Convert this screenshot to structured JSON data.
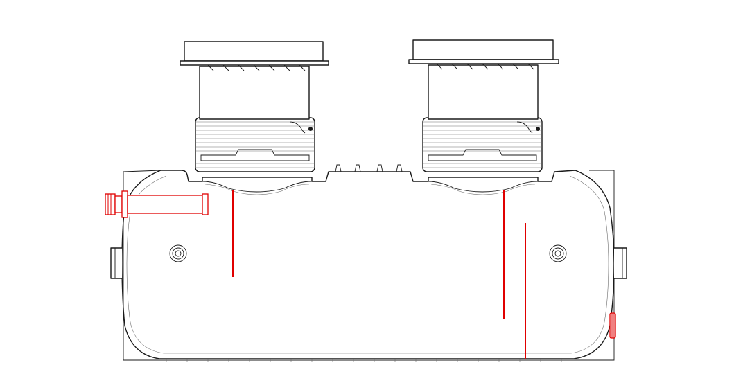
{
  "drawing": {
    "subject": "",
    "colors": {
      "outline": "#1a1a1a",
      "accent": "#e00000",
      "background": "#ffffff"
    },
    "components": [
      "tank-body",
      "manhole-riser-left",
      "manhole-riser-right",
      "inlet-pipe",
      "outlet-pipe",
      "inlet-dip-tube",
      "outlet-dip-tube",
      "internal-pipe",
      "mounting-boss-left",
      "mounting-boss-right"
    ]
  }
}
